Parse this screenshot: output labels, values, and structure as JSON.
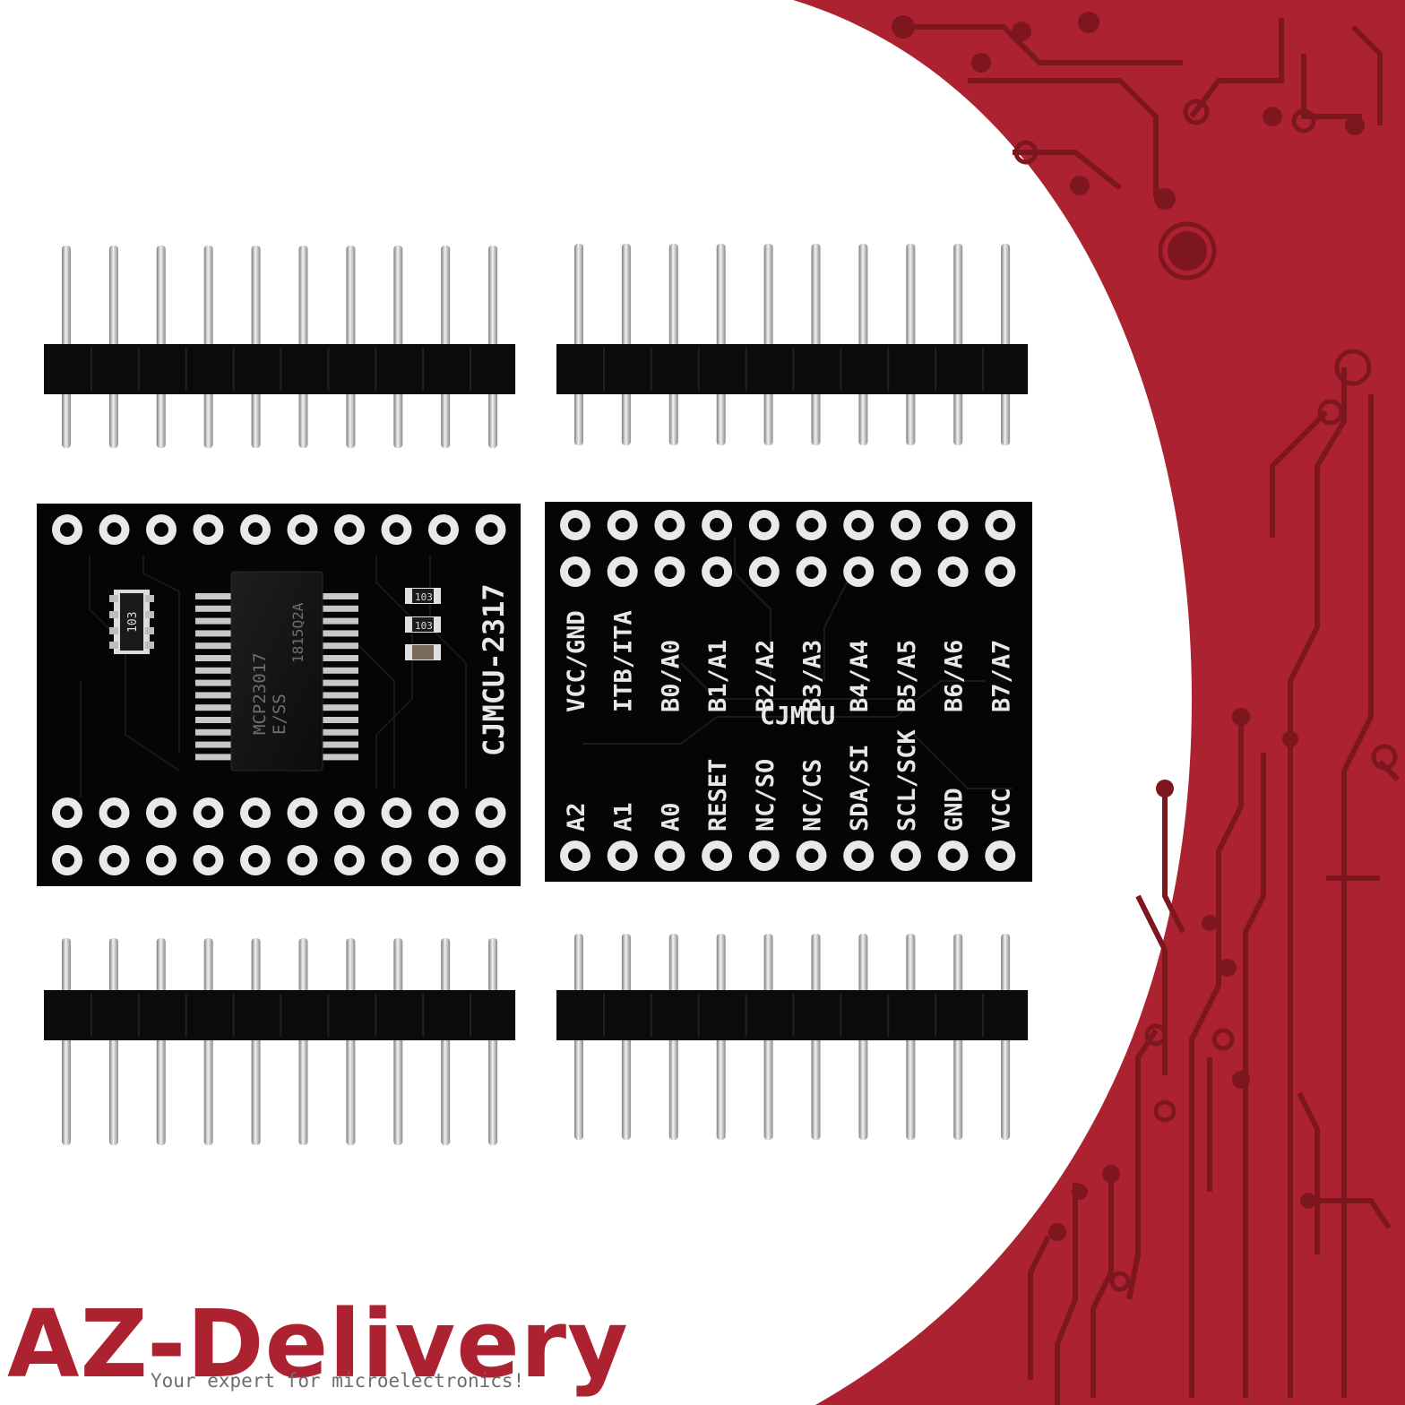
{
  "colors": {
    "background": "#ffffff",
    "brand_red": "#ad2230",
    "trace_red": "#7e1620",
    "pcb_black": "#050505",
    "tagline_gray": "#6d6d6d"
  },
  "logo": {
    "brand": "AZ-Delivery",
    "tagline": "Your expert for microelectronics!"
  },
  "board_chip": {
    "silk_name": "CJMCU-2317",
    "chip_line1": "MCP23017",
    "chip_line2": "E/SS",
    "chip_marking": "1815Q2A",
    "resistor_array_label": "103",
    "resistor_labels": [
      "103",
      "103"
    ]
  },
  "board_pins": {
    "brand_label": "CJMCU",
    "top_labels": [
      "VCC/GND",
      "ITB/ITA",
      "B0/A0",
      "B1/A1",
      "B2/A2",
      "B3/A3",
      "B4/A4",
      "B5/A5",
      "B6/A6",
      "B7/A7"
    ],
    "bottom_labels": [
      "A2",
      "A1",
      "A0",
      "RESET",
      "NC/SO",
      "NC/CS",
      "SDA/SI",
      "SCL/SCK",
      "GND",
      "VCC"
    ]
  },
  "pin_headers": [
    {
      "position": "top-left",
      "pins": 10
    },
    {
      "position": "top-right",
      "pins": 10
    },
    {
      "position": "bottom-left",
      "pins": 10
    },
    {
      "position": "bottom-right",
      "pins": 10
    }
  ]
}
